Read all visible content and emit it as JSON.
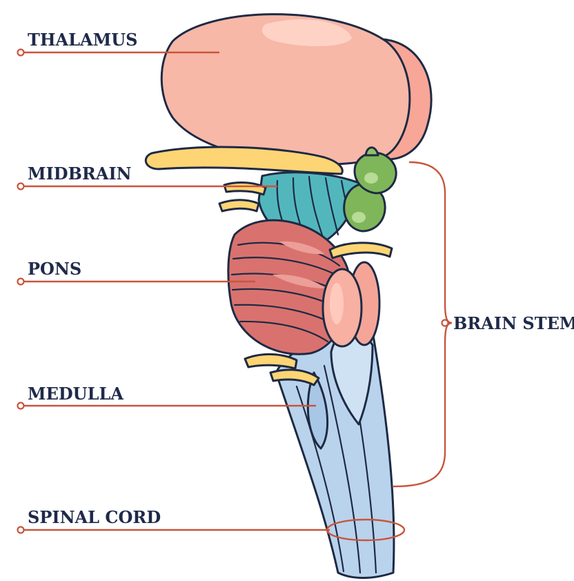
{
  "labels": {
    "thalamus": "THALAMUS",
    "midbrain": "MIDBRAIN",
    "pons": "PONS",
    "medulla": "MEDULLA",
    "spinal_cord": "SPINAL CORD",
    "brain_stem": "BRAIN STEM"
  },
  "colors": {
    "leader": "#c8553d",
    "label_text": "#1f2a4a",
    "outline": "#1e2a44",
    "thalamus": "#f7b8a8",
    "midbrain": "#52b7bc",
    "pons": "#d9726e",
    "medulla": "#b9d3ec",
    "nerve": "#fdd574",
    "gland": "#7fb65a"
  }
}
